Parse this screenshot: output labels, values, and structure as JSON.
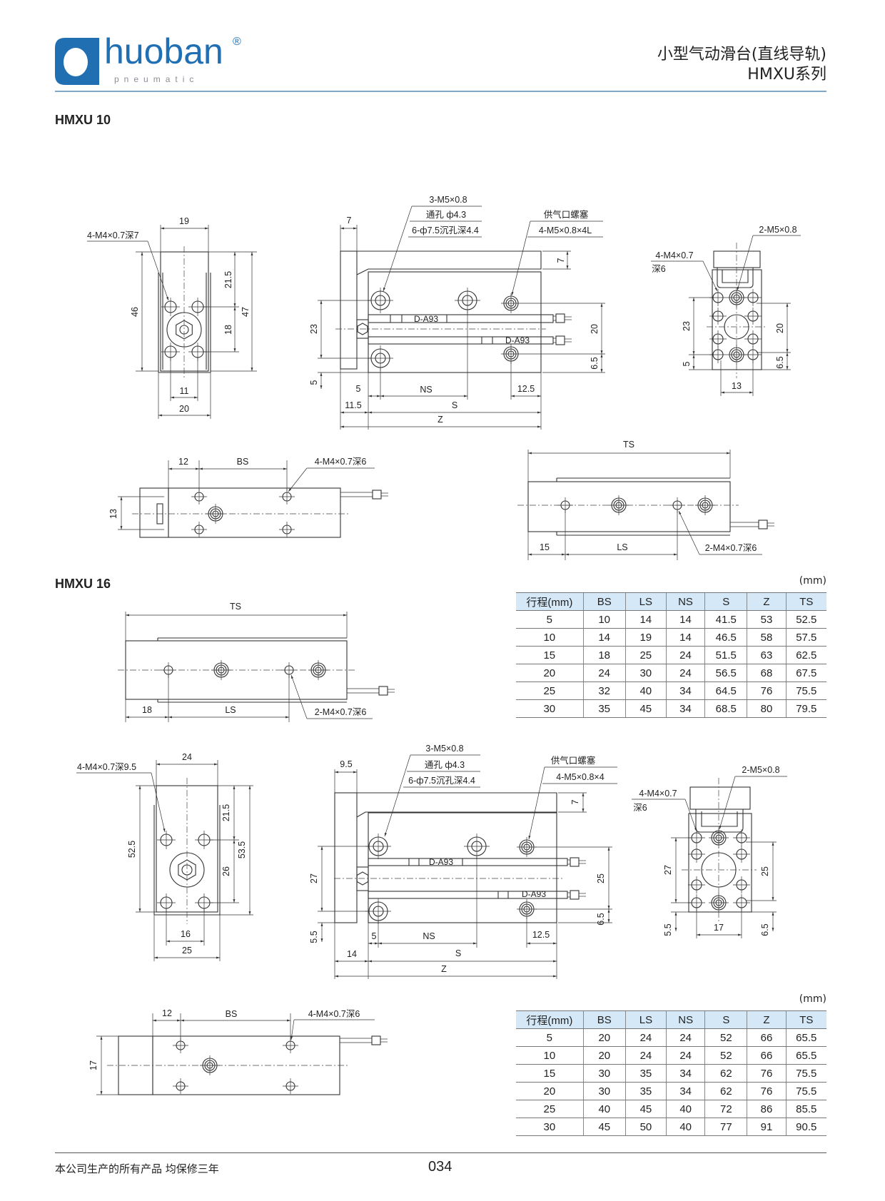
{
  "header": {
    "brand": "huoban",
    "brand_sub": "pneumatic",
    "registered": "®",
    "title_line1": "小型气动滑台(直线导轨)",
    "title_line2": "HMXU系列",
    "brand_color": "#1f6fb2"
  },
  "sections": [
    {
      "title": "HMXU 10"
    },
    {
      "title": "HMXU 16"
    }
  ],
  "drawings": {
    "hmxu10": {
      "end_view": [
        "19",
        "4-M4×0.7深7",
        "46",
        "21.5",
        "18",
        "47",
        "11",
        "20"
      ],
      "side_view": [
        "3-M5×0.8",
        "通孔 ф4.3",
        "6-ф7.5沉孔深4.4",
        "供气口螺塞",
        "4-M5×0.8×4L",
        "7",
        "7",
        "D-A93",
        "D-A93",
        "23",
        "5",
        "20",
        "6.5",
        "5",
        "NS",
        "12.5",
        "11.5",
        "S",
        "Z"
      ],
      "rear_view": [
        "2-M5×0.8",
        "4-M4×0.7",
        "深6",
        "23",
        "5",
        "20",
        "6.5",
        "13"
      ],
      "bottom_view": [
        "12",
        "BS",
        "4-M4×0.7深6",
        "13"
      ],
      "top_view": [
        "TS",
        "15",
        "LS",
        "2-M4×0.7深6"
      ]
    },
    "hmxu16": {
      "top_view": [
        "TS",
        "18",
        "LS",
        "2-M4×0.7深6"
      ],
      "end_view": [
        "24",
        "4-M4×0.7深9.5",
        "52.5",
        "21.5",
        "26",
        "53.5",
        "16",
        "25"
      ],
      "side_view": [
        "3-M5×0.8",
        "通孔 ф4.3",
        "6-ф7.5沉孔深4.4",
        "供气口螺塞",
        "4-M5×0.8×4",
        "9.5",
        "7",
        "D-A93",
        "D-A93",
        "27",
        "5.5",
        "25",
        "6.5",
        "5",
        "NS",
        "12.5",
        "14",
        "S",
        "Z"
      ],
      "rear_view": [
        "2-M5×0.8",
        "4-M4×0.7",
        "深6",
        "27",
        "5.5",
        "25",
        "6.5",
        "17"
      ],
      "bottom_view": [
        "12",
        "BS",
        "4-M4×0.7深6",
        "17"
      ]
    }
  },
  "tables": [
    {
      "unit": "(mm)",
      "columns": [
        "行程(mm)",
        "BS",
        "LS",
        "NS",
        "S",
        "Z",
        "TS"
      ],
      "rows": [
        [
          "5",
          "10",
          "14",
          "14",
          "41.5",
          "53",
          "52.5"
        ],
        [
          "10",
          "14",
          "19",
          "14",
          "46.5",
          "58",
          "57.5"
        ],
        [
          "15",
          "18",
          "25",
          "24",
          "51.5",
          "63",
          "62.5"
        ],
        [
          "20",
          "24",
          "30",
          "24",
          "56.5",
          "68",
          "67.5"
        ],
        [
          "25",
          "32",
          "40",
          "34",
          "64.5",
          "76",
          "75.5"
        ],
        [
          "30",
          "35",
          "45",
          "34",
          "68.5",
          "80",
          "79.5"
        ]
      ]
    },
    {
      "unit": "(mm)",
      "columns": [
        "行程(mm)",
        "BS",
        "LS",
        "NS",
        "S",
        "Z",
        "TS"
      ],
      "rows": [
        [
          "5",
          "20",
          "24",
          "24",
          "52",
          "66",
          "65.5"
        ],
        [
          "10",
          "20",
          "24",
          "24",
          "52",
          "66",
          "65.5"
        ],
        [
          "15",
          "30",
          "35",
          "34",
          "62",
          "76",
          "75.5"
        ],
        [
          "20",
          "30",
          "35",
          "34",
          "62",
          "76",
          "75.5"
        ],
        [
          "25",
          "40",
          "45",
          "40",
          "72",
          "86",
          "85.5"
        ],
        [
          "30",
          "45",
          "50",
          "40",
          "77",
          "91",
          "90.5"
        ]
      ]
    }
  ],
  "footer": {
    "warranty": "本公司生产的所有产品  均保修三年",
    "page_number": "034"
  }
}
